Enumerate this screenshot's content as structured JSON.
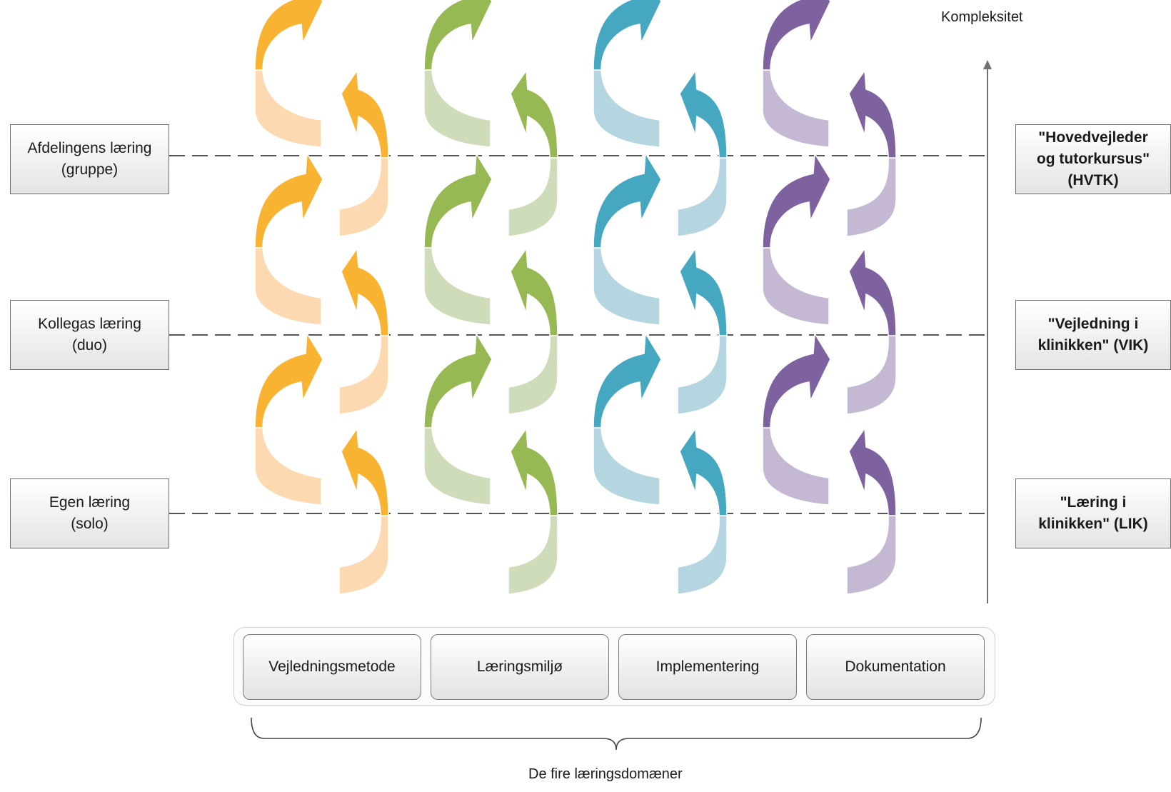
{
  "axis_label": "Kompleksitet",
  "levels": [
    {
      "label": "Afdelingens læring\n(gruppe)"
    },
    {
      "label": "Kollegas læring\n(duo)"
    },
    {
      "label": "Egen læring\n(solo)"
    }
  ],
  "courses": [
    {
      "label": "\"Hovedvejleder\nog tutorkursus\"\n(HVTK)"
    },
    {
      "label": "\"Vejledning i\nklinikken\" (VIK)"
    },
    {
      "label": "\"Læring i\nklinikken\" (LIK)"
    }
  ],
  "domains": [
    {
      "label": "Vejledningsmetode",
      "color": "#f8b332",
      "light": "#fdd9b2"
    },
    {
      "label": "Læringsmiljø",
      "color": "#97b954",
      "light": "#cfdcba"
    },
    {
      "label": "Implementering",
      "color": "#45a7c0",
      "light": "#b5d6e0"
    },
    {
      "label": "Dokumentation",
      "color": "#7e619f",
      "light": "#c4b8d3"
    }
  ],
  "domains_caption": "De fire læringsdomæner"
}
